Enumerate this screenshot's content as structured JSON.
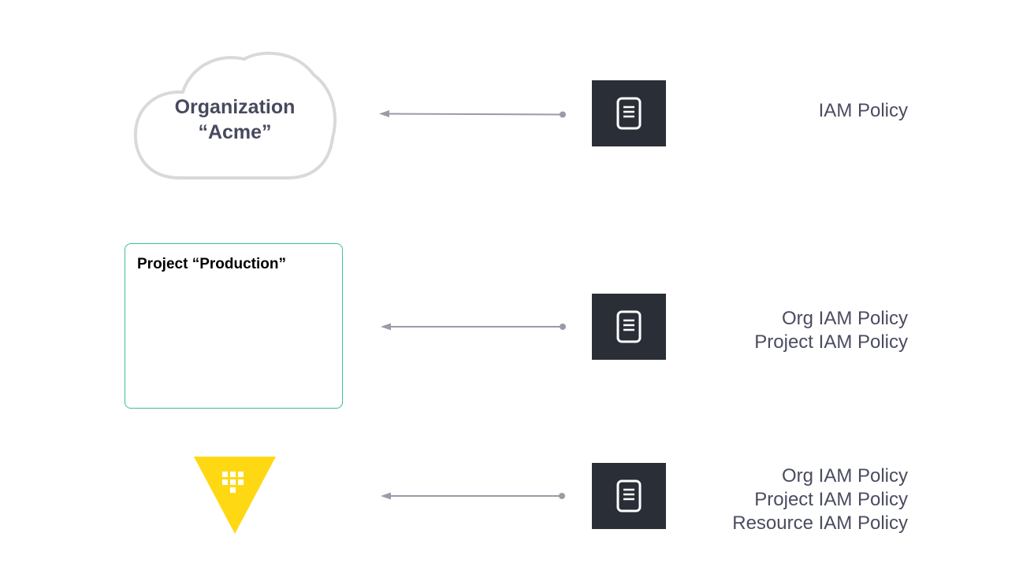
{
  "organization": {
    "label_line1": "Organization",
    "label_line2": "“Acme”",
    "policies": [
      "IAM Policy"
    ]
  },
  "project": {
    "label": "Project “Production”",
    "policies": [
      "Org IAM Policy",
      "Project IAM Policy"
    ]
  },
  "resource": {
    "icon": "vault-icon",
    "policies": [
      "Org IAM Policy",
      "Project IAM Policy",
      "Resource IAM Policy"
    ]
  },
  "icons": {
    "policy_document": "document-icon",
    "arrow": "arrow-left-icon"
  },
  "colors": {
    "cloud_stroke": "#d9d9d9",
    "project_border": "#3dbf94",
    "vault_yellow": "#ffd814",
    "doc_tile": "#2a2e37",
    "arrow": "#9a9ba8",
    "text": "#4a4c60"
  }
}
